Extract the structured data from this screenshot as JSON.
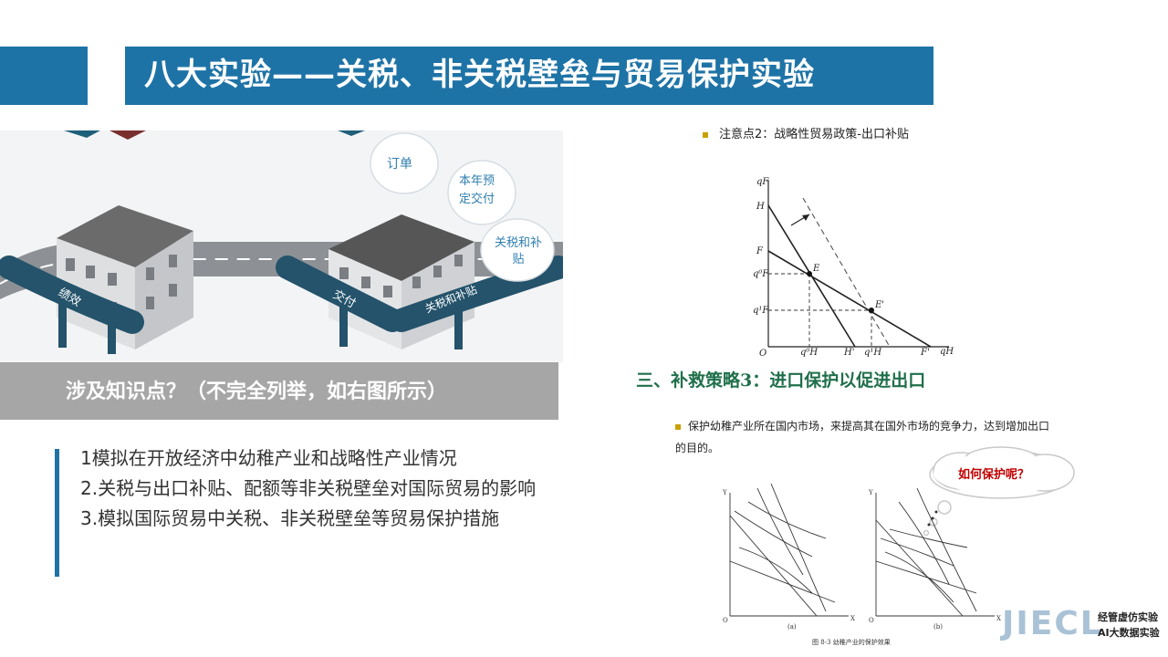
{
  "header": {
    "title": "八大实验——关税、非关税壁垒与贸易保护实验"
  },
  "scene": {
    "bubbles": [
      "订单",
      "本年预\n定交付",
      "关税和补\n贴"
    ],
    "gates": [
      "绩效",
      "交付",
      "关税和补贴"
    ]
  },
  "banner": {
    "text": "涉及知识点？（不完全列举，如右图所示）"
  },
  "bullets": [
    "1模拟在开放经济中幼稚产业和战略性产业情况",
    "2.关税与出口补贴、配额等非关税壁垒对国际贸易的影响",
    "3.模拟国际贸易中关税、非关税壁垒等贸易保护措施"
  ],
  "note2": "注意点2：战略性贸易政策-出口补贴",
  "graph1": {
    "y_axis": "qF",
    "x_axis": "qH",
    "origin": "O",
    "y_labels": [
      "H",
      "F",
      "q⁰F",
      "q¹F"
    ],
    "x_labels": [
      "q⁰H",
      "H'",
      "q¹H",
      "F'"
    ],
    "points": [
      "E",
      "E'"
    ]
  },
  "heading3": "三、补救策略3：进口保护以促进出口",
  "paragraph": "保护幼稚产业所在国内市场，来提高其在国外市场的竞争力，达到增加出口的目的。",
  "cloud": {
    "text": "如何保护呢？"
  },
  "graph2": {
    "panel_a_label": "(a)",
    "panel_b_label": "(b)",
    "caption": "图 8-3  幼稚产业的保护效果",
    "axis_y": "Y",
    "axis_x": "X",
    "origin": "O"
  },
  "logo": {
    "main": "JIECL",
    "line1": "经管虚仿实验",
    "line2": "AI大数据实验"
  },
  "colors": {
    "accent": "#1e73a6",
    "heading_green": "#1f6f4a",
    "banner_gray": "#a6a6a6"
  }
}
